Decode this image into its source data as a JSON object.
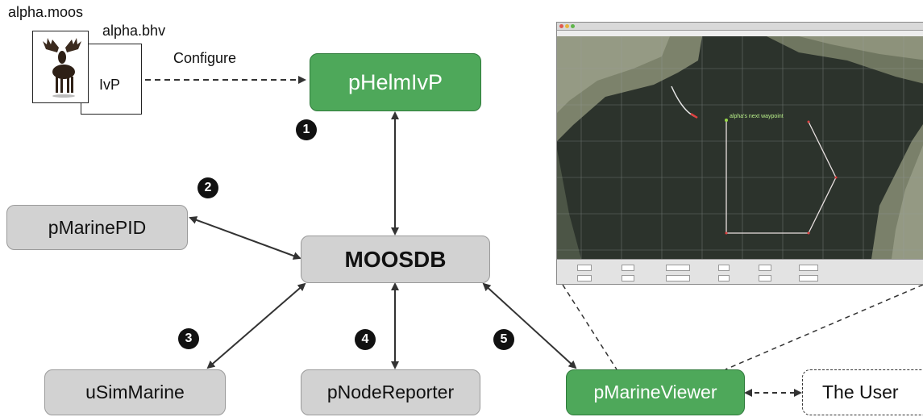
{
  "files": {
    "moos_file": "alpha.moos",
    "bhv_file": "alpha.bhv",
    "bhv_doc_label": "IvP"
  },
  "edges": {
    "configure_label": "Configure"
  },
  "nodes": {
    "helm": "pHelmIvP",
    "marine_pid": "pMarinePID",
    "moosdb": "MOOSDB",
    "sim_marine": "uSimMarine",
    "node_reporter": "pNodeReporter",
    "marine_viewer": "pMarineViewer",
    "user": "The User"
  },
  "badges": [
    "1",
    "2",
    "3",
    "4",
    "5"
  ],
  "screenshot": {
    "waypoint_label": "alpha's next waypoint"
  },
  "colors": {
    "green_node": "#4ea85a",
    "gray_node": "#d2d2d2",
    "badge": "#111111"
  }
}
